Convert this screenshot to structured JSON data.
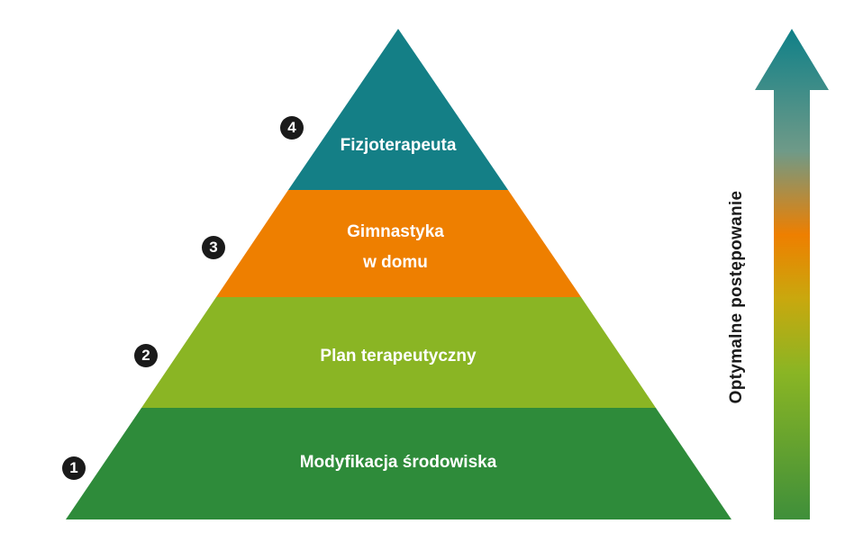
{
  "pyramid": {
    "tiers": [
      {
        "number": "1",
        "lines": [
          "Modyfikacja środowiska"
        ],
        "color": "#2e8b3a"
      },
      {
        "number": "2",
        "lines": [
          "Plan terapeutyczny"
        ],
        "color": "#8ab524"
      },
      {
        "number": "3",
        "lines": [
          "Gimnastyka",
          "w domu"
        ],
        "color": "#ee7f00"
      },
      {
        "number": "4",
        "lines": [
          "Fizjoterapeuta"
        ],
        "color": "#147f86"
      }
    ]
  },
  "arrow": {
    "label": "Optymalne postępowanie",
    "gradient": [
      "#3f8f3a",
      "#8ab524",
      "#c9a80e",
      "#ee7f00",
      "#6f9a88",
      "#0f8088"
    ]
  }
}
